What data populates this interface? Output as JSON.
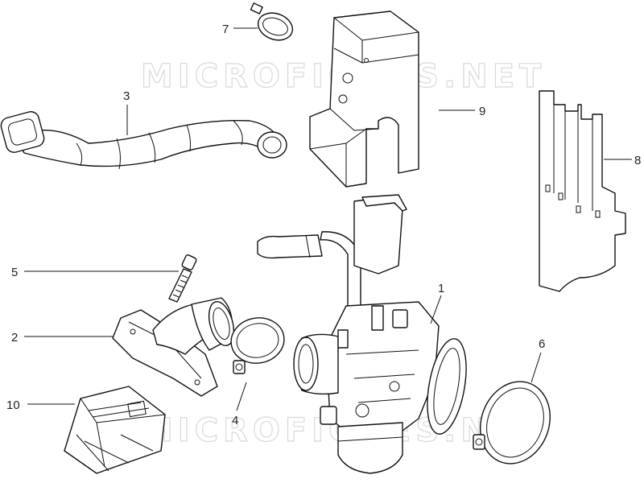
{
  "watermark": "MICROFICHES.NET",
  "callouts": [
    {
      "id": "1",
      "label": "1"
    },
    {
      "id": "2",
      "label": "2"
    },
    {
      "id": "3",
      "label": "3"
    },
    {
      "id": "4",
      "label": "4"
    },
    {
      "id": "5",
      "label": "5"
    },
    {
      "id": "6",
      "label": "6"
    },
    {
      "id": "7",
      "label": "7"
    },
    {
      "id": "8",
      "label": "8"
    },
    {
      "id": "9",
      "label": "9"
    },
    {
      "id": "10",
      "label": "10"
    }
  ]
}
